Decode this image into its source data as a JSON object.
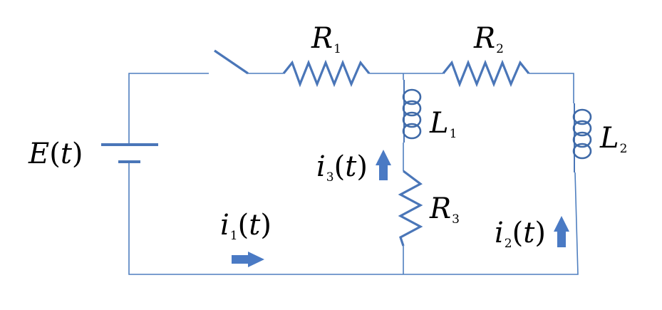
{
  "diagram": {
    "type": "electrical circuit",
    "colors": {
      "wire": "#4f7fbf",
      "component": "#4a76b8",
      "arrow": "#4a7ac4",
      "label": "#000000",
      "background": "#ffffff"
    },
    "labels": {
      "source": {
        "symbol": "E",
        "arg": "t"
      },
      "r1": {
        "symbol": "R",
        "sub": "1"
      },
      "r2": {
        "symbol": "R",
        "sub": "2"
      },
      "r3": {
        "symbol": "R",
        "sub": "3"
      },
      "l1": {
        "symbol": "L",
        "sub": "1"
      },
      "l2": {
        "symbol": "L",
        "sub": "2"
      },
      "i1": {
        "symbol": "i",
        "sub": "1",
        "arg": "t"
      },
      "i2": {
        "symbol": "i",
        "sub": "2",
        "arg": "t"
      },
      "i3": {
        "symbol": "i",
        "sub": "3",
        "arg": "t"
      }
    },
    "components": [
      {
        "id": "E",
        "kind": "voltage-source"
      },
      {
        "id": "S",
        "kind": "switch",
        "state": "open"
      },
      {
        "id": "R1",
        "kind": "resistor"
      },
      {
        "id": "R2",
        "kind": "resistor"
      },
      {
        "id": "R3",
        "kind": "resistor"
      },
      {
        "id": "L1",
        "kind": "inductor"
      },
      {
        "id": "L2",
        "kind": "inductor"
      }
    ],
    "currents": [
      {
        "id": "i1",
        "direction": "right"
      },
      {
        "id": "i2",
        "direction": "up"
      },
      {
        "id": "i3",
        "direction": "up"
      }
    ],
    "paren_open": "(",
    "paren_close": ")"
  }
}
